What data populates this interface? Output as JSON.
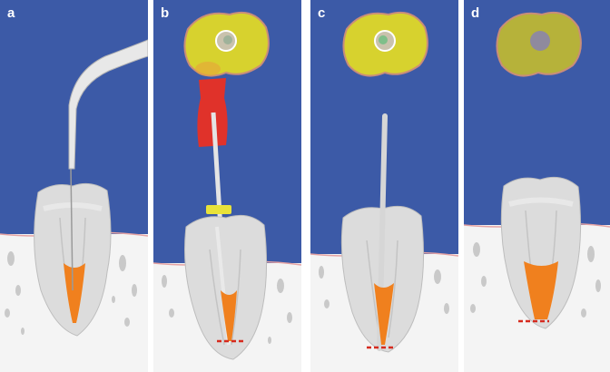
{
  "panels": [
    {
      "label": "a",
      "step": "syringe-irrigation"
    },
    {
      "label": "b",
      "step": "rotary-file-with-stopper"
    },
    {
      "label": "c",
      "step": "file-at-working-length"
    },
    {
      "label": "d",
      "step": "canal-filled"
    }
  ],
  "colors": {
    "background": "#3c5aa7",
    "bone": "#f4f4f4",
    "gum_outline": "#e6a3a3",
    "tooth": "#dcdcdc",
    "canal": "#f0801e",
    "apex_mark": "#d62a1e",
    "cross_section": "#d7d22e",
    "stopper": "#e8e23a",
    "handpiece_head": "#e0322a"
  }
}
